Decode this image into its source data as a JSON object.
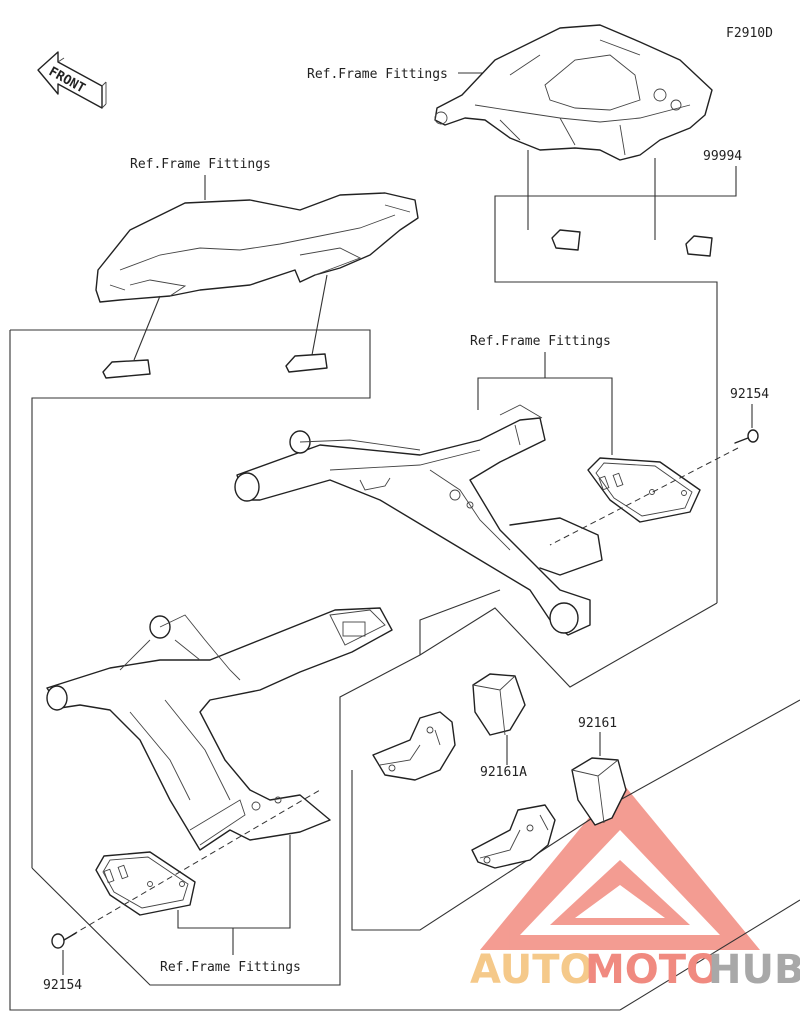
{
  "diagram": {
    "code": "F2910D",
    "front_label": "FRONT",
    "labels": {
      "ref_top": "Ref.Frame Fittings",
      "ref_left": "Ref.Frame Fittings",
      "ref_mid": "Ref.Frame Fittings",
      "ref_bottom": "Ref.Frame Fittings",
      "part_99994": "99994",
      "part_92154_right": "92154",
      "part_92154_left": "92154",
      "part_92161A": "92161A",
      "part_92161": "92161"
    }
  },
  "watermark": {
    "part1": "AUTO",
    "part2": "MOTO",
    "part3": "HUB",
    "colors": {
      "auto": "#f5c98a",
      "moto": "#f08a80",
      "hub": "#a0a0a0",
      "logo": "#ee7060"
    }
  }
}
